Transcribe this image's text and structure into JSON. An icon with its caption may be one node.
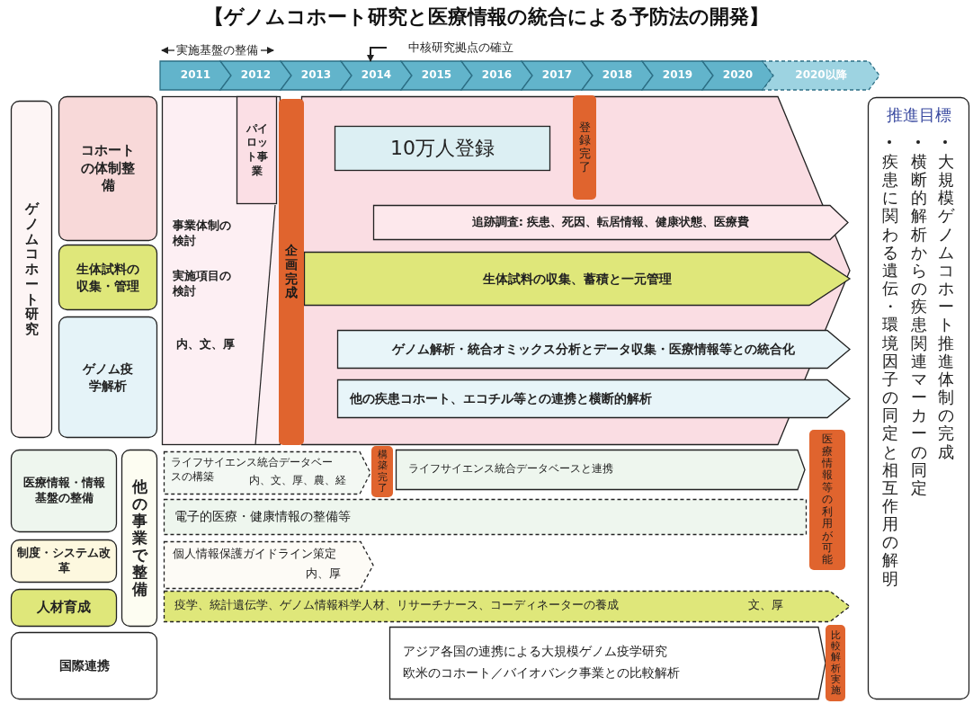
{
  "diagram": {
    "title": "【ゲノムコホート研究と医療情報の統合による予防法の開発】",
    "nodes": [
      {
        "text": [
          "2011"
        ]
      },
      {
        "text": [
          "2012"
        ]
      },
      {
        "text": [
          "2013"
        ]
      },
      {
        "text": [
          "2014"
        ]
      },
      {
        "text": [
          "2015"
        ]
      },
      {
        "text": [
          "2016"
        ]
      },
      {
        "text": [
          "2017"
        ]
      },
      {
        "text": [
          "2018"
        ]
      },
      {
        "text": [
          "2019"
        ]
      },
      {
        "text": [
          "2020"
        ]
      },
      {
        "text": [
          "2020以降"
        ]
      },
      {
        "text": [
          "ゲノムコホート研究"
        ]
      },
      {
        "text": [
          "コホートの体制整備"
        ]
      },
      {
        "text": [
          "生体試料の収集・管理"
        ]
      },
      {
        "text": [
          "ゲノム疫学解析"
        ]
      },
      {
        "text": [
          "事業体制の検討",
          "実施項目の検討",
          "内、文、厚"
        ]
      },
      {
        "text": [
          "パイロット事業"
        ],
        "in": 15
      },
      {
        "text": [
          "企画完成"
        ]
      },
      {
        "text": [],
        "shape": "arrow"
      },
      {
        "text": [
          "10万人登録"
        ],
        "in": 18
      },
      {
        "text": [
          "登録完了"
        ],
        "in": 18
      },
      {
        "text": [
          "追跡調査: 疾患、死因、転居情報、健康状態、医療費"
        ],
        "in": 18
      },
      {
        "text": [
          "生体試料の収集、蓄積と一元管理"
        ],
        "in": 18
      },
      {
        "text": [
          "ゲノム解析・統合オミックス分析とデータ収集・医療情報等との統合化"
        ],
        "in": 18
      },
      {
        "text": [
          "他の疾患コホート、エコチル等との連携と横断的解析"
        ],
        "in": 18
      },
      {
        "text": [
          "医療情報・情報基盤の整備"
        ]
      },
      {
        "text": [
          "制度・システム改革"
        ]
      },
      {
        "text": [
          "人材育成"
        ]
      },
      {
        "text": [
          "国際連携"
        ]
      },
      {
        "text": [
          "他の事業で整備"
        ]
      },
      {
        "text": [
          "ライフサイエンス統合データベースの構築",
          "内、文、厚、農、経"
        ]
      },
      {
        "text": [
          "構築完了"
        ]
      },
      {
        "text": [
          "ライフサイエンス統合データベースと連携"
        ]
      },
      {
        "text": [
          "電子的医療・健康情報の整備等"
        ]
      },
      {
        "text": [
          "医療情報等の利用が可能"
        ]
      },
      {
        "text": [
          "個人情報保護ガイドライン策定",
          "内、厚"
        ]
      },
      {
        "text": [
          "疫学、統計遺伝学、ゲノム情報科学人材、リサーチナース、コーディネーターの養成",
          "文、厚"
        ]
      },
      {
        "text": [
          "アジア各国の連携による大規模ゲノム疫学研究",
          "欧米のコホート／バイオバンク事業との比較解析"
        ]
      },
      {
        "text": [
          "比較解析実施"
        ]
      },
      {
        "text": [
          "推進目標",
          "大規模ゲノムコホート推進体制の完成",
          "横断的解析からの疾患関連マーカーの同定",
          "疾患に関わる遺伝・環境因子の同定と相互作用の解明"
        ]
      },
      {
        "text": [
          "中核研究拠点の確立"
        ]
      }
    ],
    "edges": [
      {
        "from": 40,
        "to": 3,
        "arrow": "to"
      }
    ],
    "labels": [
      "実施基盤の整備"
    ]
  }
}
